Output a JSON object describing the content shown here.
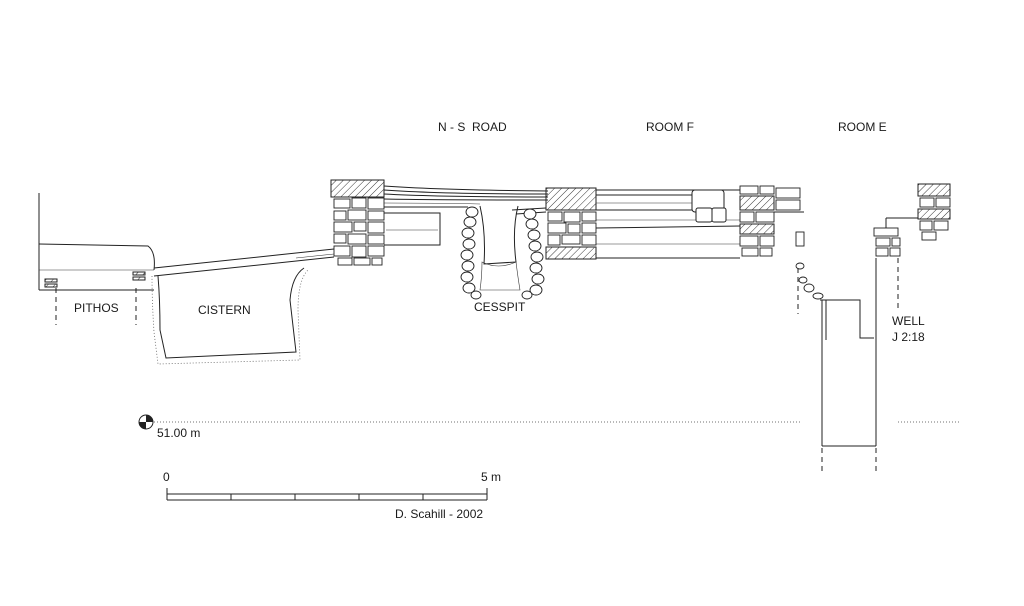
{
  "labels": {
    "ns_road": "N - S  ROAD",
    "room_f": "ROOM F",
    "room_e": "ROOM E",
    "pithos": "PITHOS",
    "cistern": "CISTERN",
    "cesspit": "CESSPIT",
    "well_line1": "WELL",
    "well_line2": "J 2:18"
  },
  "datum": {
    "elevation": "51.00 m"
  },
  "scale_bar": {
    "start_label": "0",
    "end_label": "5 m"
  },
  "credit": "D. Scahill - 2002"
}
